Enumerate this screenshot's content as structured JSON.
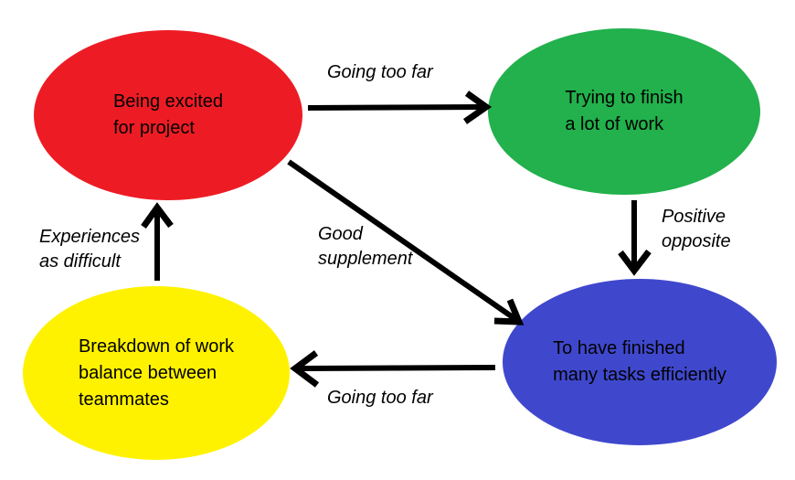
{
  "diagram": {
    "title": "project-motivation-cycle",
    "colors": {
      "background": "#ffffff",
      "arrow": "#000000",
      "text": "#000000",
      "node_red": "#ed1c24",
      "node_green": "#22b14c",
      "node_blue": "#3f48cc",
      "node_yellow": "#fff200"
    },
    "nodes": {
      "excited": {
        "color": "#ed1c24",
        "lines": [
          "Being excited",
          "for project"
        ]
      },
      "trying": {
        "color": "#22b14c",
        "lines": [
          "Trying to finish",
          "a lot of work"
        ]
      },
      "finished": {
        "color": "#3f48cc",
        "lines": [
          "To have finished",
          "many tasks efficiently"
        ]
      },
      "breakdown": {
        "color": "#fff200",
        "lines": [
          "Breakdown of work",
          "balance between",
          "teammates"
        ]
      }
    },
    "edges": {
      "excited_to_trying": {
        "from": "excited",
        "to": "trying",
        "label_lines": [
          "Going too far"
        ]
      },
      "trying_to_finished": {
        "from": "trying",
        "to": "finished",
        "label_lines": [
          "Positive",
          "opposite"
        ]
      },
      "excited_to_finished": {
        "from": "excited",
        "to": "finished",
        "label_lines": [
          "Good",
          "supplement"
        ]
      },
      "finished_to_breakdown": {
        "from": "finished",
        "to": "breakdown",
        "label_lines": [
          "Going too far"
        ]
      },
      "breakdown_to_excited": {
        "from": "breakdown",
        "to": "excited",
        "label_lines": [
          "Experiences",
          "as difficult"
        ]
      }
    }
  }
}
